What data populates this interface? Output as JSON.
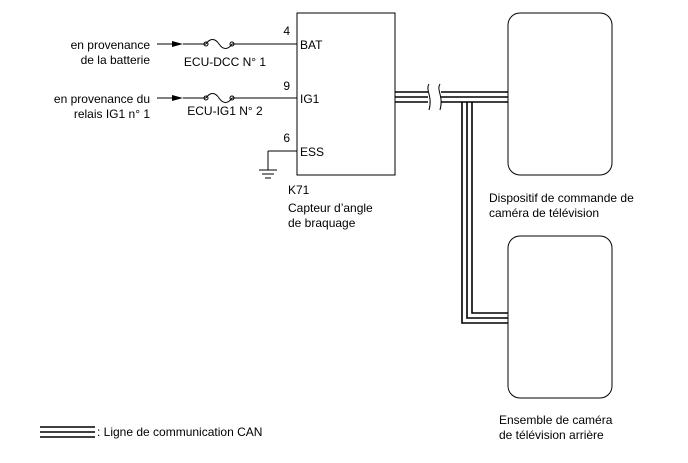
{
  "sources": {
    "battery_line1": "en provenance",
    "battery_line2": "de la batterie",
    "relay_line1": "en provenance du",
    "relay_line2": "relais IG1 n° 1"
  },
  "fuses": {
    "dcc": "ECU-DCC N° 1",
    "ig1": "ECU-IG1 N° 2"
  },
  "sensor": {
    "code": "K71",
    "name_line1": "Capteur d’angle",
    "name_line2": "de braquage",
    "pins": [
      {
        "number": "4",
        "label": "BAT"
      },
      {
        "number": "9",
        "label": "IG1"
      },
      {
        "number": "6",
        "label": "ESS"
      }
    ]
  },
  "devices": {
    "top_line1": "Dispositif de commande de",
    "top_line2": "caméra de télévision",
    "bottom_line1": "Ensemble de caméra",
    "bottom_line2": "de télévision arrière"
  },
  "legend": {
    "can_label": ": Ligne de communication CAN"
  }
}
